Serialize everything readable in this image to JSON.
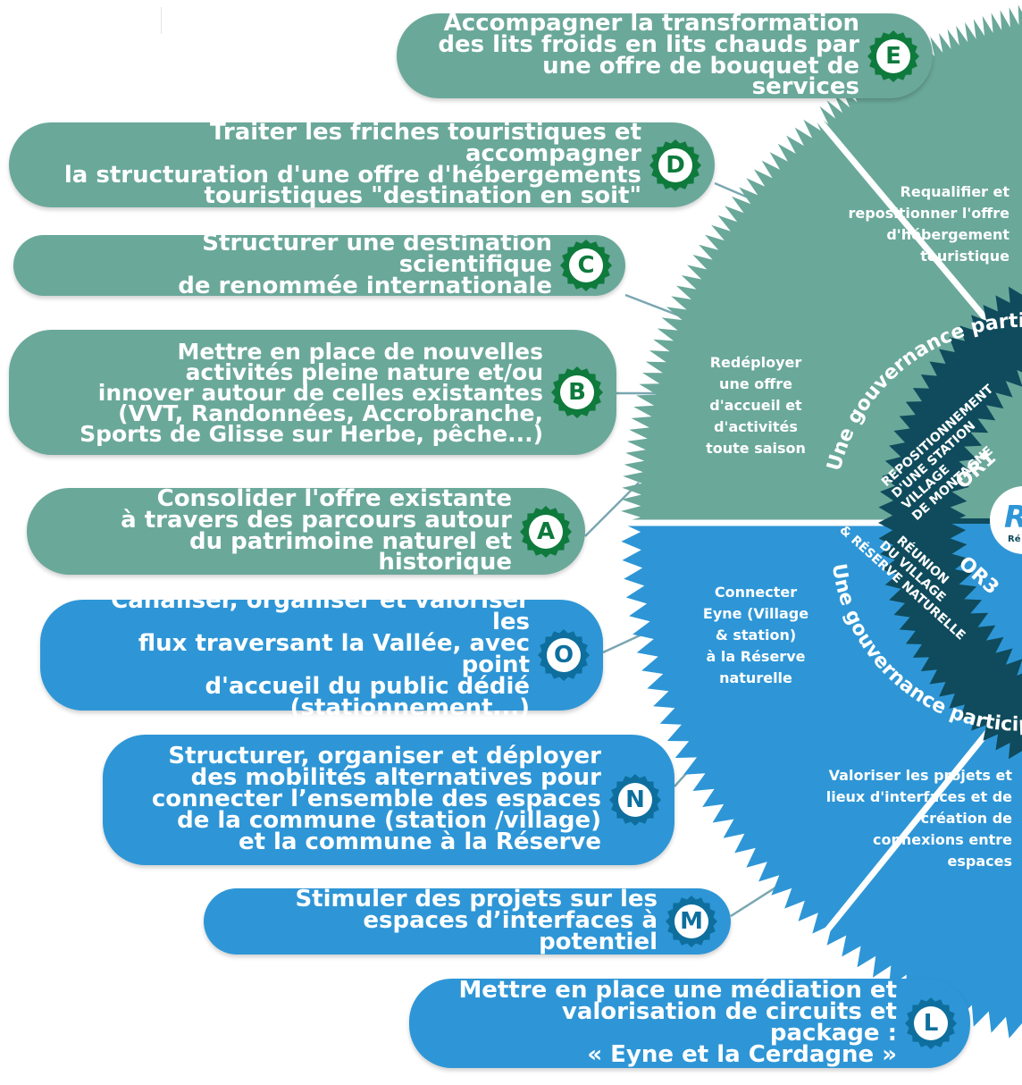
{
  "colors": {
    "green": "#6aa89a",
    "green_dark": "#5e9a8b",
    "blue": "#2e96d6",
    "blue_light": "#3aa0de",
    "ring_dark": "#0f4b5c",
    "badge_green": "#0e7a3c",
    "badge_blue": "#0e6f9e",
    "white": "#ffffff"
  },
  "actions": [
    {
      "letter": "E",
      "text": "Accompagner la transformation\ndes lits froids en lits chauds par\nune offre de bouquet de services",
      "theme": "green"
    },
    {
      "letter": "D",
      "text": "Traiter les friches touristiques et accompagner\nla structuration d'une offre d'hébergements\ntouristiques \"destination en soit\"",
      "theme": "green"
    },
    {
      "letter": "C",
      "text": "Structurer une destination scientifique\nde renommée internationale",
      "theme": "green"
    },
    {
      "letter": "B",
      "text": "Mettre en place de nouvelles\nactivités pleine nature et/ou\ninnover autour de celles existantes\n(VVT, Randonnées, Accrobranche,\nSports de Glisse sur Herbe, pêche...)",
      "theme": "green"
    },
    {
      "letter": "A",
      "text": "Consolider l'offre existante\nà travers des parcours autour\ndu patrimoine naturel et historique",
      "theme": "green"
    },
    {
      "letter": "O",
      "text": "Canaliser, organiser et valoriser les\nflux traversant la Vallée, avec point\nd'accueil du public dédié\n(stationnement...)",
      "theme": "blue"
    },
    {
      "letter": "N",
      "text": "Structurer, organiser et déployer\ndes mobilités alternatives pour\nconnecter l’ensemble des espaces\nde la commune (station /village)\net la commune à la Réserve",
      "theme": "blue"
    },
    {
      "letter": "M",
      "text": "Stimuler des projets sur les\nespaces d’interfaces à potentiel",
      "theme": "blue"
    },
    {
      "letter": "L",
      "text": "Mettre en place une médiation et\nvalorisation de circuits et package :\n« Eyne et la Cerdagne »",
      "theme": "blue"
    }
  ],
  "objectives": [
    {
      "text": "Requalifier et\nrepositionner l'offre\nd'hébergement\ntouristique",
      "theme": "green"
    },
    {
      "text": "Redéployer\nune offre\nd'accueil et\nd'activités\ntoute saison",
      "theme": "green"
    },
    {
      "text": "Connecter\nEyne (Village\n& station)\nà la Réserve\nnaturelle",
      "theme": "blue"
    },
    {
      "text": "Valoriser les projets et\nlieux d'interfaces et de\ncréation de\nconnexions entre\nespaces",
      "theme": "blue"
    }
  ],
  "ring": {
    "top_text": "Une gouvernance participa",
    "bottom_text": "Une gouvernance participa"
  },
  "center": {
    "or1_title": "REPOSITIONNEMENT\nD'UNE STATION\nVILLAGE\nDE MONTAGNE",
    "or1_code": "OR1",
    "or3_title": "RÉUNION\nDU VILLAGE\n& RÉSERVE NATURELLE",
    "or3_code": "OR3",
    "logo_letter": "R",
    "logo_caption": "Ré"
  }
}
